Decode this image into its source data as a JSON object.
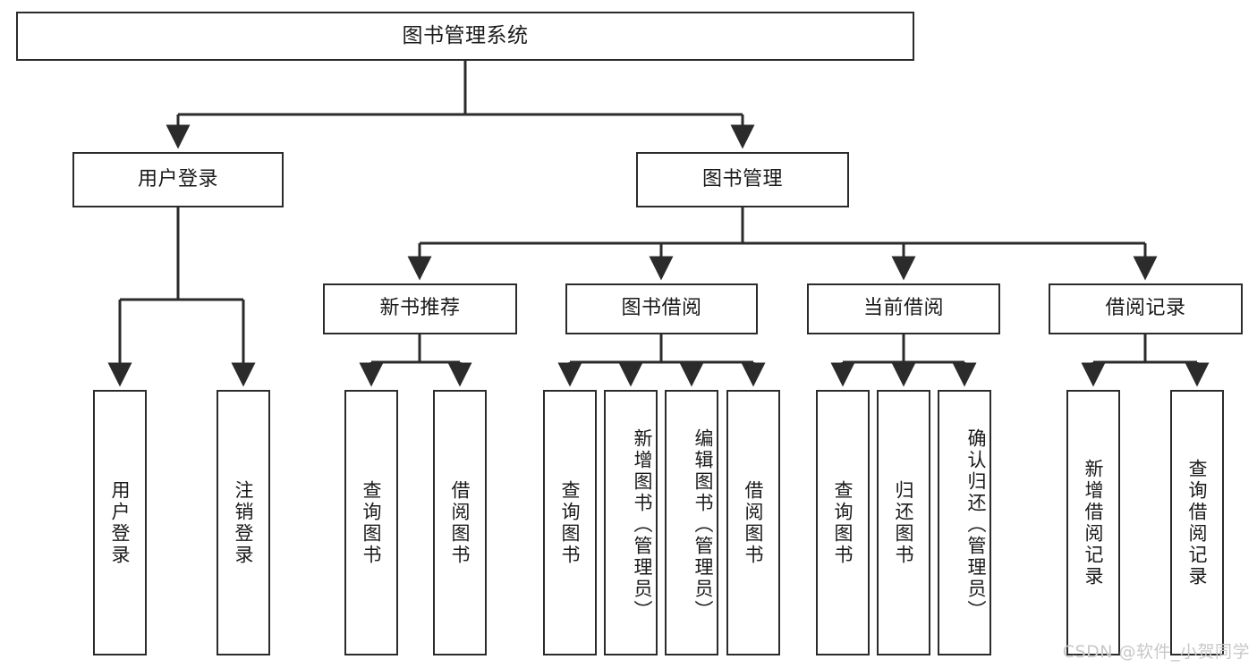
{
  "diagram": {
    "title": "图书管理系统",
    "root": {
      "id": "root",
      "label": "图书管理系统"
    },
    "level2": [
      {
        "id": "user-login",
        "label": "用户登录"
      },
      {
        "id": "book-manage",
        "label": "图书管理"
      }
    ],
    "level3": [
      {
        "id": "new-book-rec",
        "label": "新书推荐"
      },
      {
        "id": "book-borrow",
        "label": "图书借阅"
      },
      {
        "id": "current-borrow",
        "label": "当前借阅"
      },
      {
        "id": "borrow-record",
        "label": "借阅记录"
      }
    ],
    "leaves": {
      "user_login": [
        {
          "id": "leaf-user-login",
          "label": "用户登录"
        },
        {
          "id": "leaf-logout",
          "label": "注销登录"
        }
      ],
      "new_book_rec": [
        {
          "id": "leaf-query-book-1",
          "label": "查询图书"
        },
        {
          "id": "leaf-borrow-book-1",
          "label": "借阅图书"
        }
      ],
      "book_borrow": [
        {
          "id": "leaf-query-book-2",
          "label": "查询图书"
        },
        {
          "id": "leaf-add-book",
          "label": "新增图书（管理员）"
        },
        {
          "id": "leaf-edit-book",
          "label": "编辑图书（管理员）"
        },
        {
          "id": "leaf-borrow-book-2",
          "label": "借阅图书"
        }
      ],
      "current_borrow": [
        {
          "id": "leaf-query-book-3",
          "label": "查询图书"
        },
        {
          "id": "leaf-return-book",
          "label": "归还图书"
        },
        {
          "id": "leaf-confirm-return",
          "label": "确认归还（管理员）"
        }
      ],
      "borrow_record": [
        {
          "id": "leaf-add-record",
          "label": "新增借阅记录"
        },
        {
          "id": "leaf-query-record",
          "label": "查询借阅记录"
        }
      ]
    }
  },
  "watermark": {
    "text": "CSDN @软件_小贺同学"
  },
  "colors": {
    "stroke": "#2b2b2b",
    "background": "#ffffff",
    "text": "#1a1a1a",
    "watermark": "#c8c8c8"
  }
}
